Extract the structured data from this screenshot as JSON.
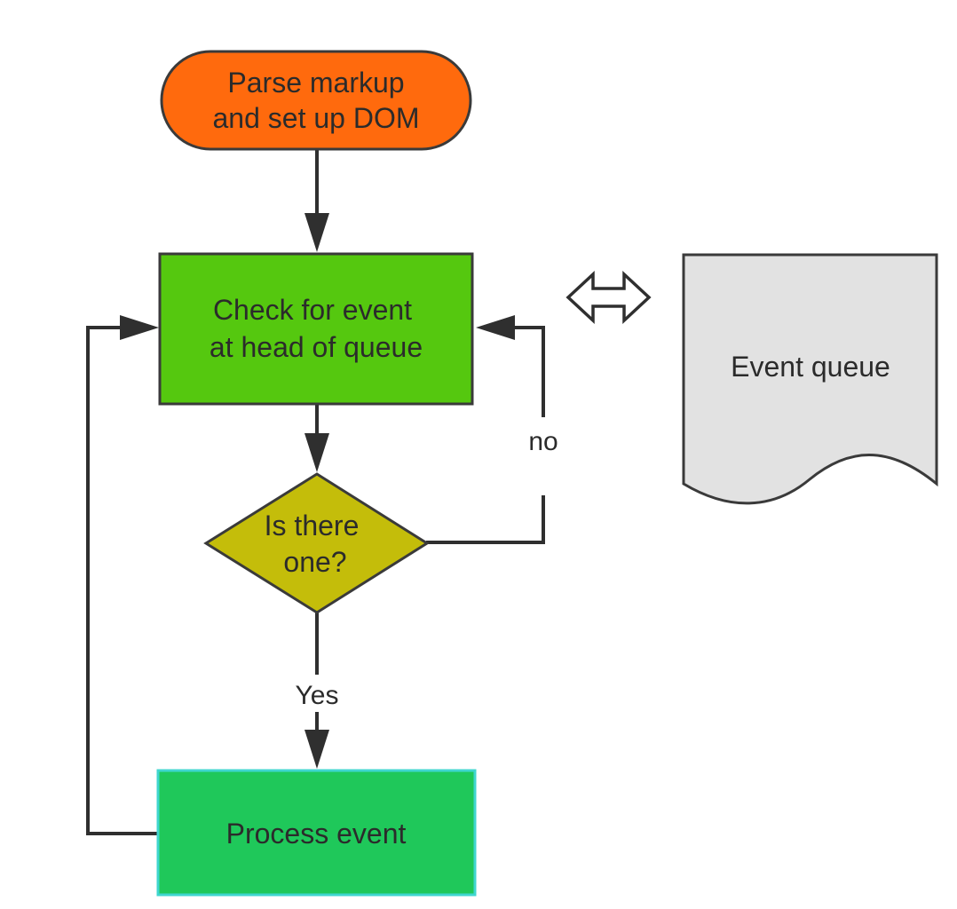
{
  "nodes": {
    "start": {
      "line1": "Parse markup",
      "line2": "and set up DOM",
      "color": "#ff6a0d"
    },
    "check": {
      "line1": "Check for event",
      "line2": "at head of queue",
      "color": "#55c80f"
    },
    "decision": {
      "line1": "Is there",
      "line2": "one?",
      "color": "#c4bd0a"
    },
    "process": {
      "label": "Process event",
      "color": "#1fc85a",
      "border_color": "#3fd6cf"
    },
    "queue": {
      "label": "Event queue",
      "color": "#e2e2e2"
    }
  },
  "edges": {
    "no_label": "no",
    "yes_label": "Yes"
  }
}
